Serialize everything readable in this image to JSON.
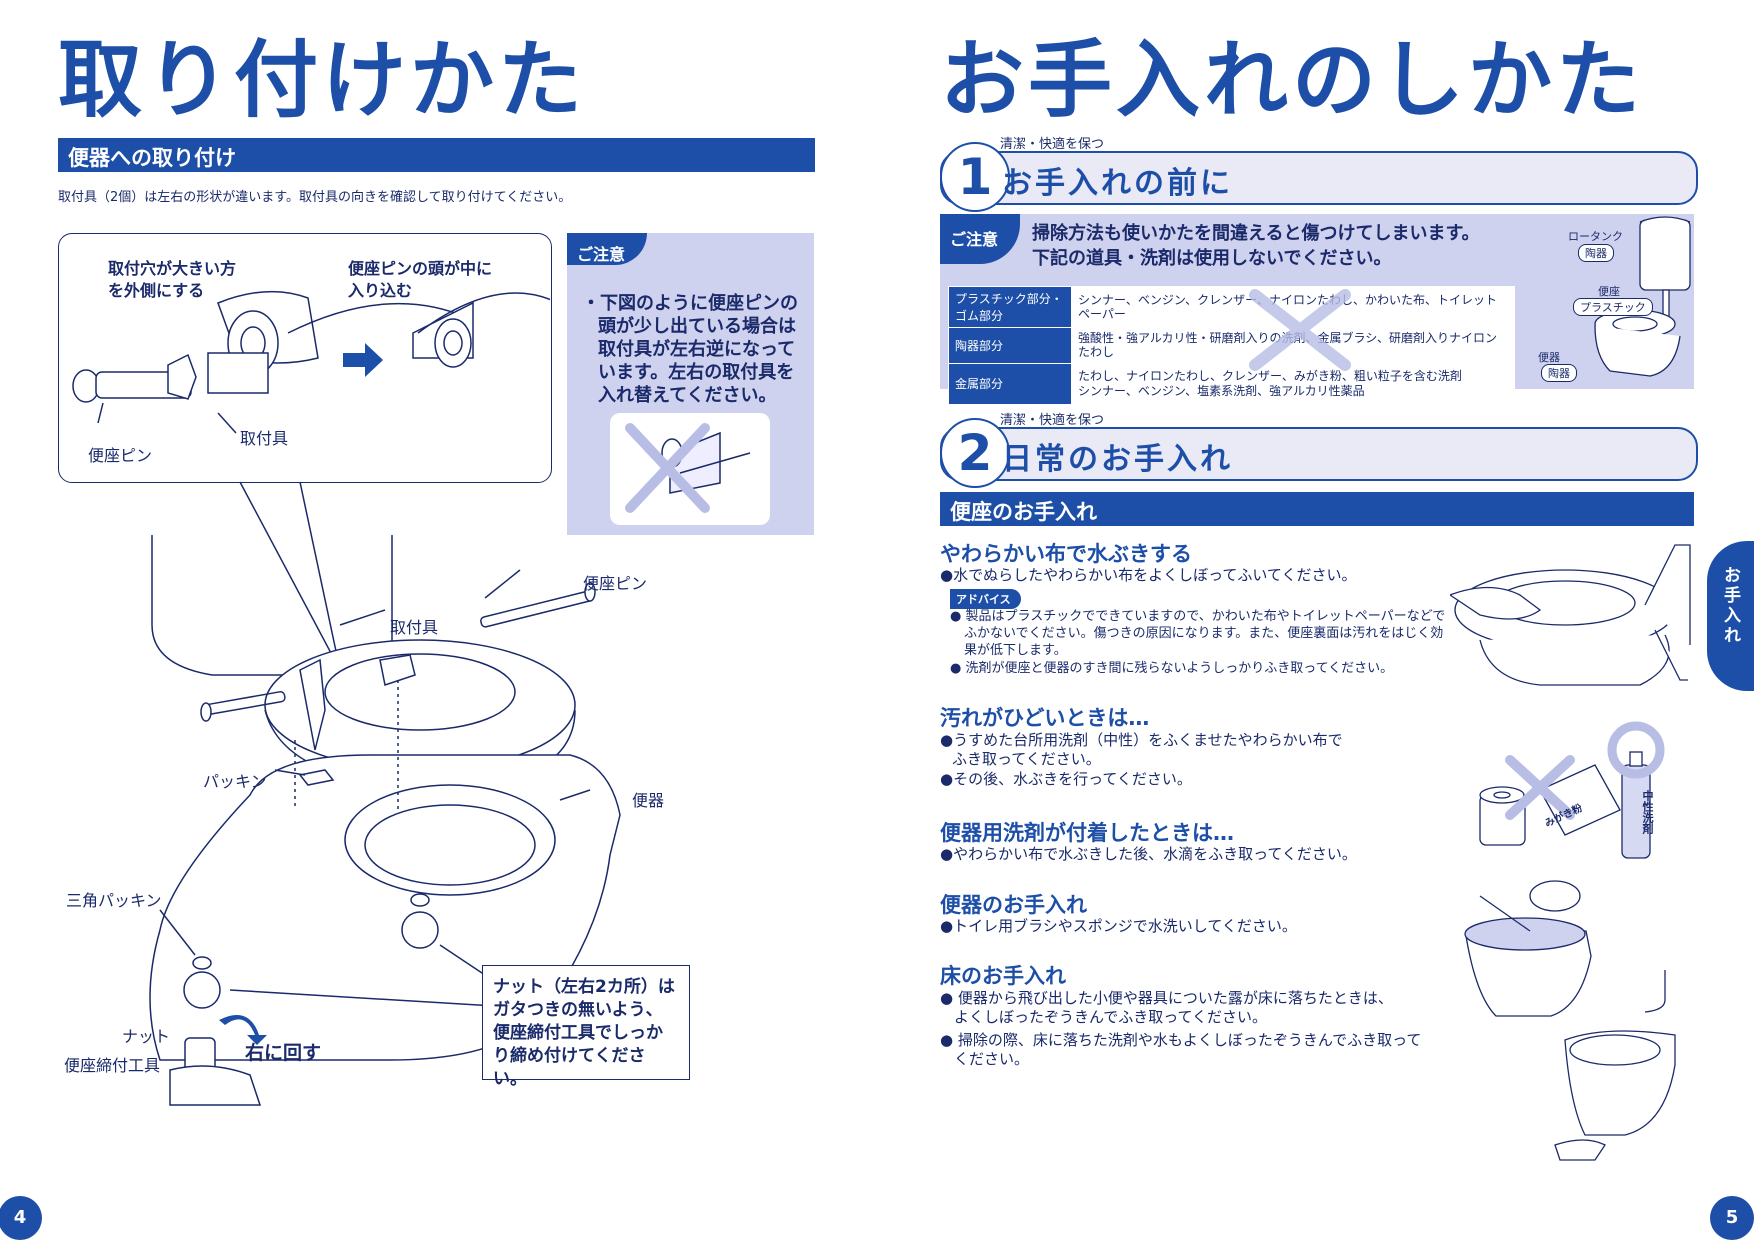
{
  "left": {
    "title": "取り付けかた",
    "section_bar": "便器への取り付け",
    "intro": "取付具（2個）は左右の形状が違います。取付具の向きを確認して取り付けてください。",
    "callout": {
      "label_hole": [
        "取付穴が大きい方",
        "を外側にする"
      ],
      "label_pin_head": [
        "便座ピンの頭が中に",
        "入り込む"
      ],
      "label_pin": "便座ピン",
      "label_fitting": "取付具"
    },
    "caution": {
      "tag": "ご注意",
      "text": [
        "・下図のように便座ピンの",
        "頭が少し出ている場合は",
        "取付具が左右逆になって",
        "います。左右の取付具を",
        "入れ替えてください。"
      ]
    },
    "diagram_labels": {
      "pin": "便座ピン",
      "fitting": "取付具",
      "packing": "パッキン",
      "bowl": "便器",
      "triangle_packing": "三角パッキン",
      "nut": "ナット",
      "tool": "便座締付工具",
      "rotate_right": "右に回す"
    },
    "nut_note": [
      "ナット（左右2カ所）は",
      "ガタつきの無いよう、",
      "便座締付工具でしっか",
      "り締め付けてください。"
    ],
    "page_number": "4"
  },
  "right": {
    "title": "お手入れのしかた",
    "step1": {
      "kicker": "清潔・快適を保つ",
      "num": "1",
      "title": "お手入れの前に"
    },
    "caution": {
      "tag": "ご注意",
      "text": [
        "掃除方法も使いかたを間違えると傷つけてしまいます。",
        "下記の道具・洗剤は使用しないでください。"
      ],
      "rows": [
        {
          "part": "プラスチック部分・ゴム部分",
          "items": "シンナー、ベンジン、クレンザー、ナイロンたわし、かわいた布、トイレットペーパー"
        },
        {
          "part": "陶器部分",
          "items": "強酸性・強アルカリ性・研磨剤入りの洗剤、金属ブラシ、研磨剤入りナイロンたわし"
        },
        {
          "part": "金属部分",
          "items": "たわし、ナイロンたわし、クレンザー、みがき粉、粗い粒子を含む洗剤\nシンナー、ベンジン、塩素系洗剤、強アルカリ性薬品"
        }
      ],
      "figure_labels": {
        "tank": "ロータンク",
        "tank_mat": "陶器",
        "seat": "便座",
        "seat_mat": "プラスチック",
        "bowl": "便器",
        "bowl_mat": "陶器"
      }
    },
    "step2": {
      "kicker": "清潔・快適を保つ",
      "num": "2",
      "title": "日常のお手入れ"
    },
    "section_bar": "便座のお手入れ",
    "blocks": {
      "soft_cloth_title": "やわらかい布で水ぶきする",
      "soft_cloth_text": "●水でぬらしたやわらかい布をよくしぼってふいてください。",
      "advice_tag": "アドバイス",
      "advice_1": [
        "● 製品はプラスチックでできていますので、かわいた布やトイレットペーパーなどで",
        "ふかないでください。傷つきの原因になります。また、便座裏面は汚れをはじく効",
        "果が低下します。"
      ],
      "advice_2": "● 洗剤が便座と便器のすき間に残らないようしっかりふき取ってください。",
      "dirty_title": "汚れがひどいときは…",
      "dirty_text_1": [
        "●うすめた台所用洗剤（中性）をふくませたやわらかい布で",
        "ふき取ってください。"
      ],
      "dirty_text_2": "●その後、水ぶきを行ってください。",
      "toilet_detergent_title": "便器用洗剤が付着したときは…",
      "toilet_detergent_text": "●やわらかい布で水ぶきした後、水滴をふき取ってください。",
      "bowl_title": "便器のお手入れ",
      "bowl_text": "●トイレ用ブラシやスポンジで水洗いしてください。",
      "floor_title": "床のお手入れ",
      "floor_text_1": [
        "● 便器から飛び出した小便や器具についた露が床に落ちたときは、",
        "よくしぼったぞうきんでふき取ってください。"
      ],
      "floor_text_2": [
        "● 掃除の際、床に落ちた洗剤や水もよくしぼったぞうきんでふき取って",
        "ください。"
      ]
    },
    "illustration_labels": {
      "neutral_detergent": "中性洗剤",
      "cleanser": "みがき粉"
    },
    "side_tab": "お手入れ",
    "page_number": "5"
  }
}
